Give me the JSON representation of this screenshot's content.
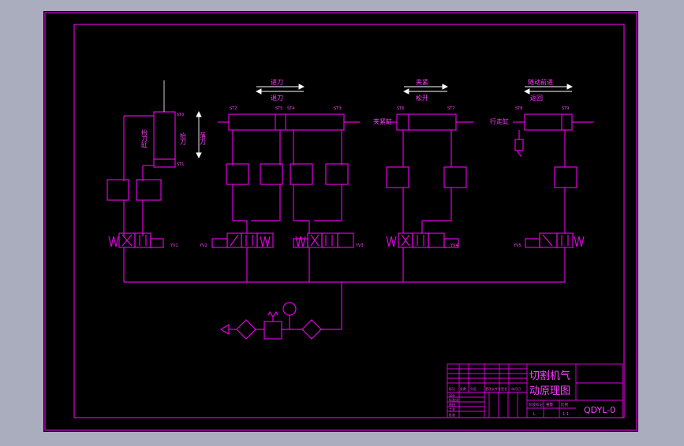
{
  "colors": {
    "background": "#a9adbd",
    "sheet": "#000000",
    "line_main": "#e000e0",
    "line_text": "#ff40ff",
    "line_white": "#ffffff"
  },
  "diagram": {
    "upper_cylinder_labels": {
      "cut_cylinder": "抬刀缸",
      "lift": "抬刀",
      "drop": "落刀"
    },
    "arrows": [
      {
        "top": "进刀",
        "bottom": "退刀"
      },
      {
        "top": "夹紧",
        "bottom": "松开"
      },
      {
        "top": "随动前进",
        "bottom": "返回"
      }
    ],
    "cylinder_names": {
      "clamp": "夹紧缸",
      "travel": "行走缸"
    },
    "sensor_labels": {
      "st0": "ST0",
      "st1": "ST1",
      "st2": "ST2",
      "st3": "ST3",
      "st4": "ST4",
      "st5": "ST5",
      "st6": "ST6",
      "st7": "ST7",
      "st8": "ST8",
      "st9": "ST9"
    },
    "valve_labels": {
      "yv1": "YV1",
      "yv2": "YV2",
      "yv3": "YV3",
      "yv4": "YV4",
      "yv5": "YV5"
    }
  },
  "title_block": {
    "title_line1": "切割机气",
    "title_line2": "动原理图",
    "drawing_no": "QDYL-0",
    "header_cells": [
      "标记",
      "处数",
      "分区",
      "更改文件号",
      "签名",
      "年月日"
    ],
    "row_labels": [
      "设计",
      "标准化",
      "审核",
      "工艺",
      "批准"
    ],
    "stage_labels": [
      "阶段标记",
      "重量",
      "比例"
    ],
    "scale": "1:1",
    "stage_mark": "L"
  }
}
